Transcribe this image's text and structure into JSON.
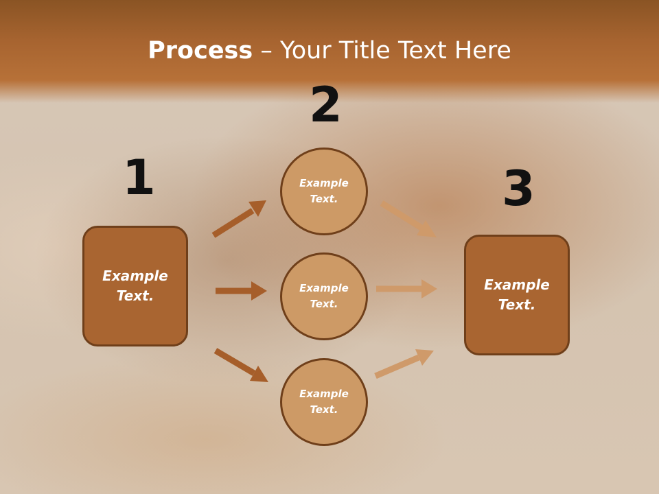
{
  "title": {
    "bold": "Process",
    "rest": " – Your Title Text Here"
  },
  "steps": {
    "s1": {
      "number": "1",
      "text": "Example Text."
    },
    "s2": {
      "number": "2"
    },
    "s3": {
      "number": "3",
      "text": "Example Text."
    }
  },
  "circles": [
    {
      "text": "Example Text."
    },
    {
      "text": "Example Text."
    },
    {
      "text": "Example Text."
    }
  ],
  "colors": {
    "title_band": "#a76430",
    "box_fill": "#a96531",
    "circle_fill": "#cd9a66",
    "outline": "#6f3f1a",
    "arrow_dark": "#a65e2a",
    "arrow_light": "#cf9a6a"
  }
}
